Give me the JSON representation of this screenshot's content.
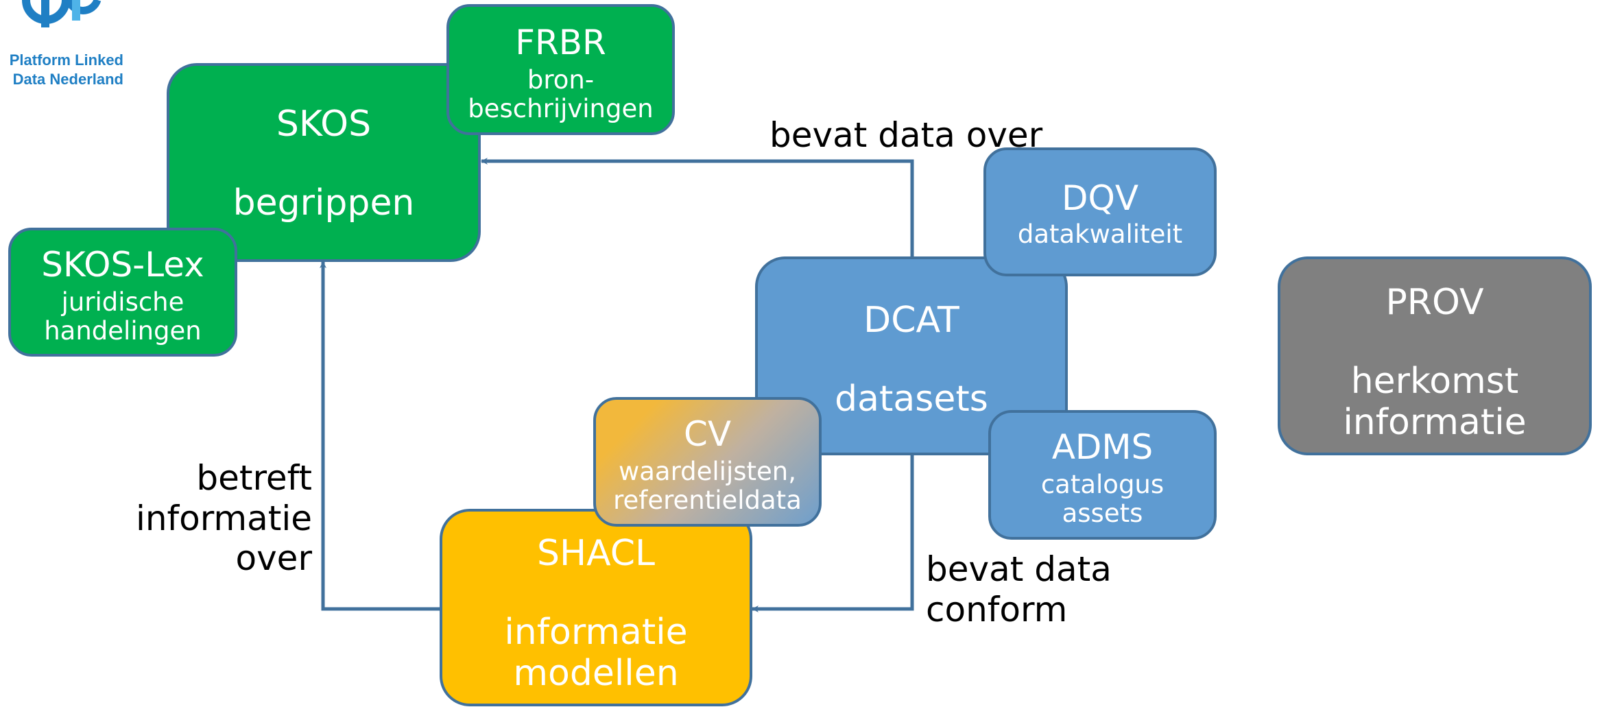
{
  "logo": {
    "line1": "Platform Linked",
    "line2": "Data Nederland"
  },
  "boxes": {
    "skos": {
      "title": "SKOS",
      "subtitle": "begrippen"
    },
    "frbr": {
      "title": "FRBR",
      "subtitle1": "bron-",
      "subtitle2": "beschrijvingen"
    },
    "skoslex": {
      "title": "SKOS-Lex",
      "subtitle1": "juridische",
      "subtitle2": "handelingen"
    },
    "dqv": {
      "title": "DQV",
      "subtitle": "datakwaliteit"
    },
    "dcat": {
      "title": "DCAT",
      "subtitle": "datasets"
    },
    "adms": {
      "title": "ADMS",
      "subtitle1": "catalogus",
      "subtitle2": "assets"
    },
    "cv": {
      "title": "CV",
      "subtitle1": "waardelijsten,",
      "subtitle2": "referentieldata"
    },
    "shacl": {
      "title": "SHACL",
      "subtitle1": "informatie",
      "subtitle2": "modellen"
    },
    "prov": {
      "title": "PROV",
      "subtitle1": "herkomst",
      "subtitle2": "informatie"
    }
  },
  "edge_labels": {
    "bevat_data_over": "bevat data over",
    "betreft": [
      "betreft",
      "informatie",
      "over"
    ],
    "bevat_data_conform": [
      "bevat data",
      "conform"
    ]
  },
  "colors": {
    "green": "#00b050",
    "blue": "#5f9bd1",
    "gold": "#ffc000",
    "gray": "#808080",
    "border": "#41719c"
  }
}
